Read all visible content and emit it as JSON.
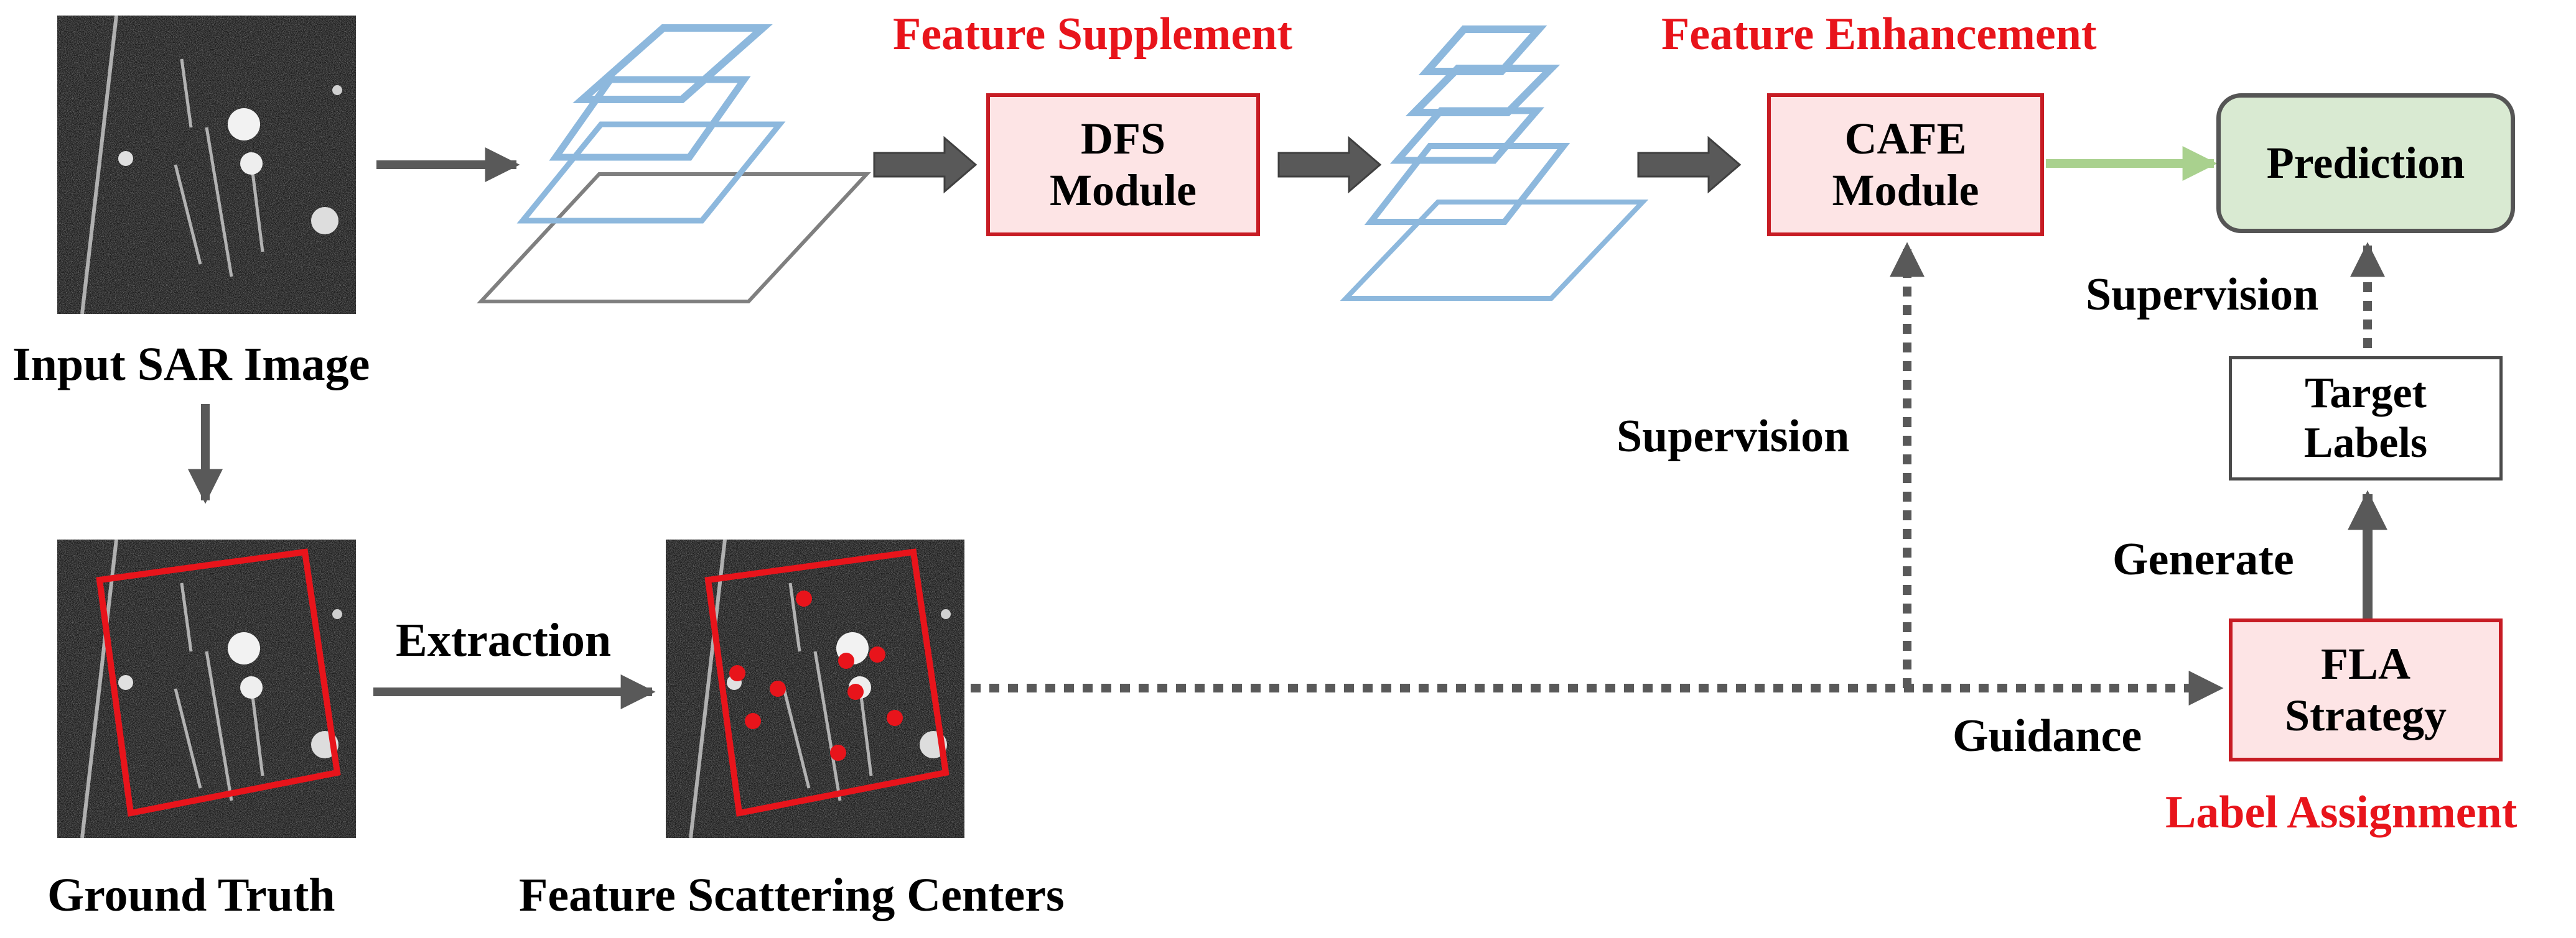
{
  "labels": {
    "input_image": "Input SAR Image",
    "ground_truth": "Ground Truth",
    "scattering_centers": "Feature Scattering Centers",
    "extraction": "Extraction",
    "supervision_left": "Supervision",
    "supervision_right": "Supervision",
    "generate": "Generate",
    "guidance": "Guidance",
    "feature_supplement": "Feature Supplement",
    "feature_enhancement": "Feature Enhancement",
    "label_assignment": "Label Assignment"
  },
  "boxes": {
    "dfs": [
      "DFS",
      "Module"
    ],
    "cafe": [
      "CAFE",
      "Module"
    ],
    "prediction": "Prediction",
    "target": [
      "Target",
      "Labels"
    ],
    "fla": [
      "FLA",
      "Strategy"
    ]
  },
  "colors": {
    "red_accent": "#e8141b",
    "box_pink": "#fde4e5",
    "box_border_red": "#c71c24",
    "prediction_green": "#d9ead2",
    "feature_blue": "#8db8dd",
    "arrow_gray": "#595959",
    "green_arrow": "#a9d18e"
  }
}
